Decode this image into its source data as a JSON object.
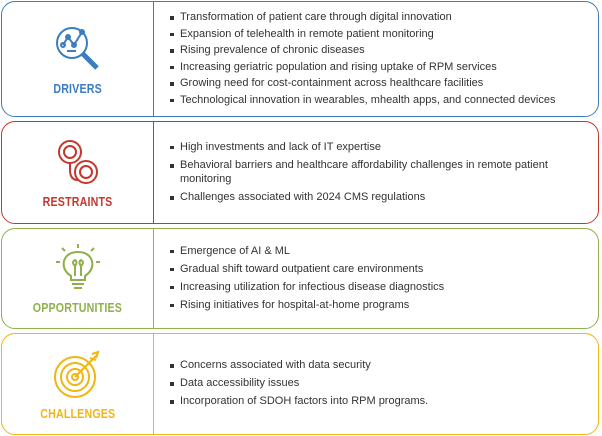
{
  "colors": {
    "drivers": "#3b7dbf",
    "restraints": "#c4382e",
    "opportunities": "#8fb04c",
    "challenges": "#f0b612"
  },
  "sections": [
    {
      "label": "DRIVERS",
      "icon": "magnifier-chart-icon",
      "items": [
        "Transformation of patient care through digital innovation",
        "Expansion of telehealth in remote patient monitoring",
        "Rising prevalence of chronic diseases",
        "Increasing geriatric population and rising uptake of RPM services",
        "Growing need for cost-containment across healthcare facilities",
        "Technological innovation in wearables, mhealth apps, and connected devices"
      ]
    },
    {
      "label": "RESTRAINTS",
      "icon": "handcuffs-icon",
      "items": [
        "High investments and lack of IT expertise",
        "Behavioral barriers and healthcare affordability challenges in remote patient monitoring",
        "Challenges associated with 2024 CMS regulations"
      ]
    },
    {
      "label": "OPPORTUNITIES",
      "icon": "lightbulb-icon",
      "items": [
        "Emergence of AI & ML",
        "Gradual shift toward outpatient care environments",
        "Increasing utilization for infectious disease diagnostics",
        "Rising initiatives for hospital-at-home programs"
      ]
    },
    {
      "label": "CHALLENGES",
      "icon": "target-icon",
      "items": [
        "Concerns associated with data security",
        "Data accessibility issues",
        "Incorporation of SDOH factors into RPM programs."
      ]
    }
  ]
}
